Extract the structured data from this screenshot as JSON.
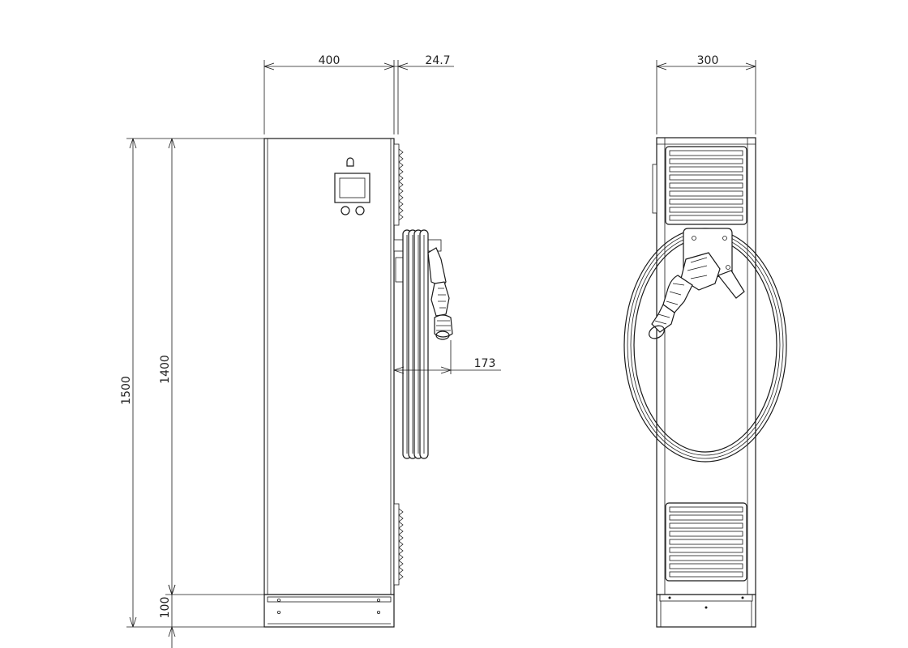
{
  "drawing": {
    "views": [
      {
        "name": "side-view",
        "dimensions": {
          "width_top": "400",
          "offset_top": "24.7",
          "height_total": "1500",
          "height_body": "1400",
          "base_height": "100",
          "cable_depth": "173"
        }
      },
      {
        "name": "front-view",
        "dimensions": {
          "width_top": "300"
        }
      }
    ]
  }
}
